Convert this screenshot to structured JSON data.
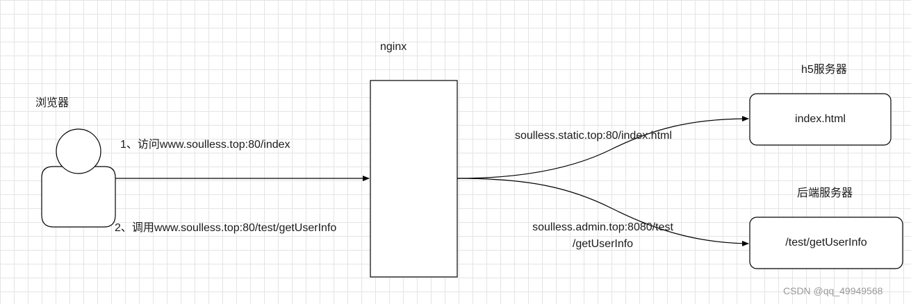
{
  "browser": {
    "label": "浏览器"
  },
  "nginx": {
    "label": "nginx"
  },
  "h5_server": {
    "title": "h5服务器",
    "content": "index.html"
  },
  "backend_server": {
    "title": "后端服务器",
    "content": "/test/getUserInfo"
  },
  "requests": {
    "step1": "1、访问www.soulless.top:80/index",
    "step2": "2、调用www.soulless.top:80/test/getUserInfo"
  },
  "routes": {
    "static": "soulless.static.top:80/index.html",
    "admin_line1": "soulless.admin.top:8080/test",
    "admin_line2": "/getUserInfo"
  },
  "watermark": "CSDN @qq_49949568"
}
